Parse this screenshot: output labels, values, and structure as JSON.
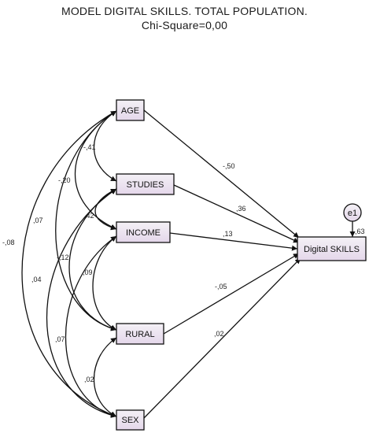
{
  "header": {
    "title": "MODEL DIGITAL SKILLS. TOTAL POPULATION.",
    "subtitle": "Chi-Square=0,00"
  },
  "colors": {
    "box_fill_start": "#f4f1f6",
    "box_fill_end": "#e4d7ea",
    "stroke": "#111111"
  },
  "nodes": {
    "age": "AGE",
    "studies": "STUDIES",
    "income": "INCOME",
    "rural": "RURAL",
    "sex": "SEX",
    "outcome": "Digital SKILLS",
    "error": "e1"
  },
  "paths": {
    "age_outcome": "-,50",
    "studies_outcome": ",36",
    "income_outcome": ",13",
    "rural_outcome": "-,05",
    "sex_outcome": ",02",
    "error_outcome": ",63"
  },
  "correlations": {
    "age_studies": "-,41",
    "age_income": "-,20",
    "studies_income": ",42",
    "age_rural": ",07",
    "studies_rural": "-,12",
    "income_rural": ",09",
    "age_sex": "-,08",
    "studies_sex": ",04",
    "income_sex": ",07",
    "rural_sex": ",02"
  }
}
